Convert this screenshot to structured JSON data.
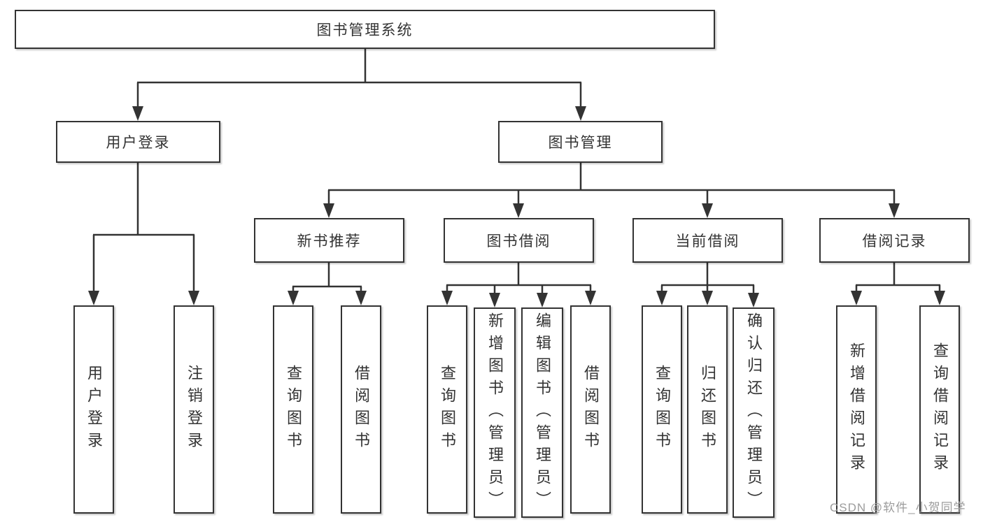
{
  "diagram": {
    "root": {
      "label": "图书管理系统"
    },
    "branches": {
      "left": {
        "label": "用户登录",
        "children": [
          {
            "label": "用户登录"
          },
          {
            "label": "注销登录"
          }
        ]
      },
      "right": {
        "label": "图书管理",
        "groups": [
          {
            "label": "新书推荐",
            "children": [
              {
                "label": "查询图书"
              },
              {
                "label": "借阅图书"
              }
            ]
          },
          {
            "label": "图书借阅",
            "children": [
              {
                "label": "查询图书"
              },
              {
                "label": "新增图书（管理员）"
              },
              {
                "label": "编辑图书（管理员）"
              },
              {
                "label": "借阅图书"
              }
            ]
          },
          {
            "label": "当前借阅",
            "children": [
              {
                "label": "查询图书"
              },
              {
                "label": "归还图书"
              },
              {
                "label": "确认归还（管理员）"
              }
            ]
          },
          {
            "label": "借阅记录",
            "children": [
              {
                "label": "新增借阅记录"
              },
              {
                "label": "查询借阅记录"
              }
            ]
          }
        ]
      }
    }
  },
  "watermark": {
    "text": "CSDN @软件_小贺同学"
  },
  "colors": {
    "line": "#333333",
    "text": "#333333",
    "background": "#ffffff",
    "watermark": "#9c9c9c"
  }
}
